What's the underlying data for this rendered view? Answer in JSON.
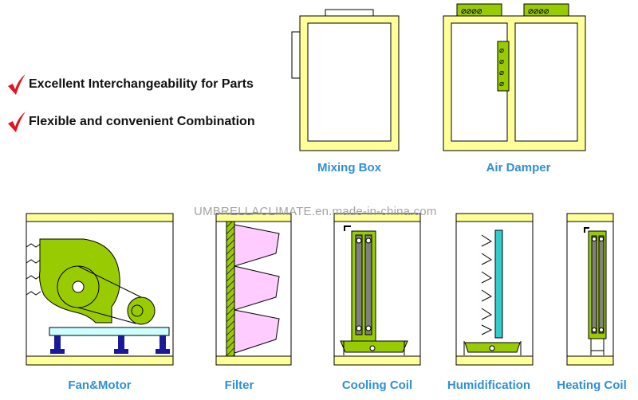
{
  "features": [
    "Excellent Interchangeability for Parts",
    "Flexible and convenient Combination"
  ],
  "modules": [
    {
      "id": "mixing-box",
      "label": "Mixing Box"
    },
    {
      "id": "air-damper",
      "label": "Air Damper"
    },
    {
      "id": "fan-motor",
      "label": "Fan&Motor"
    },
    {
      "id": "filter",
      "label": "Filter"
    },
    {
      "id": "cooling-coil",
      "label": "Cooling Coil"
    },
    {
      "id": "humidification",
      "label": "Humidification"
    },
    {
      "id": "heating-coil",
      "label": "Heating Coil"
    }
  ],
  "watermark": "UMBRELLACLIMATE.en.made-in-china.com",
  "colors": {
    "frame_fill": "#ffff99",
    "component_green": "#99cc00",
    "filter_pink": "#ffccff",
    "humidifier_cyan": "#33cccc",
    "label_blue": "#2f8fd6",
    "check_red": "#e0141e",
    "base_blue": "#1a1a99",
    "base_slab": "#ccffff"
  },
  "icons": [
    "check-icon"
  ]
}
